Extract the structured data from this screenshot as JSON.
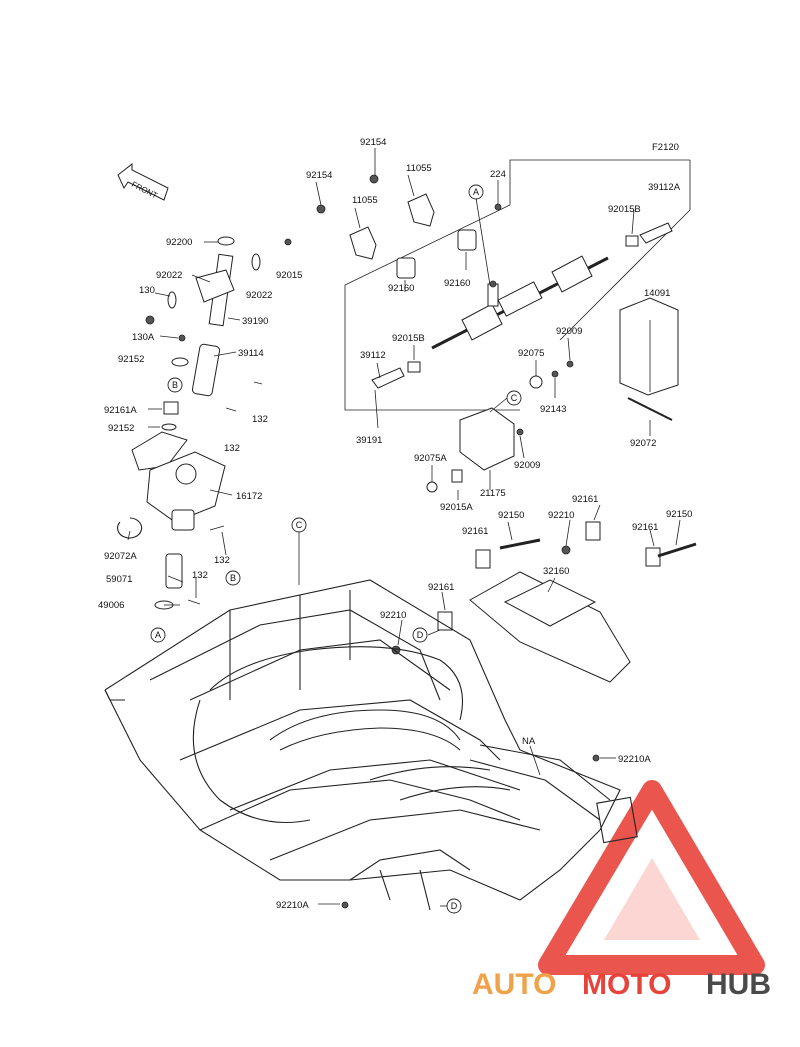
{
  "diagram": {
    "figure_code": "F2120",
    "front_label": "FRONT",
    "labels": {
      "l92154a": "92154",
      "l92154b": "92154",
      "l11055a": "11055",
      "l11055b": "11055",
      "l224": "224",
      "l39112A": "39112A",
      "l92015B_a": "92015B",
      "l92160a": "92160",
      "l92160b": "92160",
      "l14091": "14091",
      "l92015B_b": "92015B",
      "l92009a": "92009",
      "l39112": "39112",
      "l92075": "92075",
      "l92143": "92143",
      "l39191": "39191",
      "l92009b": "92009",
      "l92072": "92072",
      "l92200": "92200",
      "l92022a": "92022",
      "l92015": "92015",
      "l130": "130",
      "l92022b": "92022",
      "l39190": "39190",
      "l130A": "130A",
      "l39114": "39114",
      "l92152a": "92152",
      "l92161A": "92161A",
      "l132a": "132",
      "l92152b": "92152",
      "l132b": "132",
      "l92075A": "92075A",
      "l16172": "16172",
      "l92015A": "92015A",
      "l21175": "21175",
      "l92161a": "92161",
      "l92161b": "92161",
      "l92150a": "92150",
      "l92150b": "92150",
      "l92210a": "92210",
      "l92161c": "92161",
      "l92072A": "92072A",
      "l132c": "132",
      "l59071": "59071",
      "l132d": "132",
      "l32160": "32160",
      "l49006": "49006",
      "l92161d": "92161",
      "l92210b": "92210",
      "lNA": "NA",
      "l92210A_a": "92210A",
      "l92210A_b": "92210A"
    },
    "callouts": {
      "A": "A",
      "B": "B",
      "C": "C",
      "D": "D"
    }
  },
  "watermark": {
    "part1": "AUTO",
    "part2": "MOTO",
    "part3": "HUB",
    "colors": {
      "auto": "#f0a24a",
      "moto": "#e8433b",
      "hub": "#4a4a4a"
    }
  }
}
